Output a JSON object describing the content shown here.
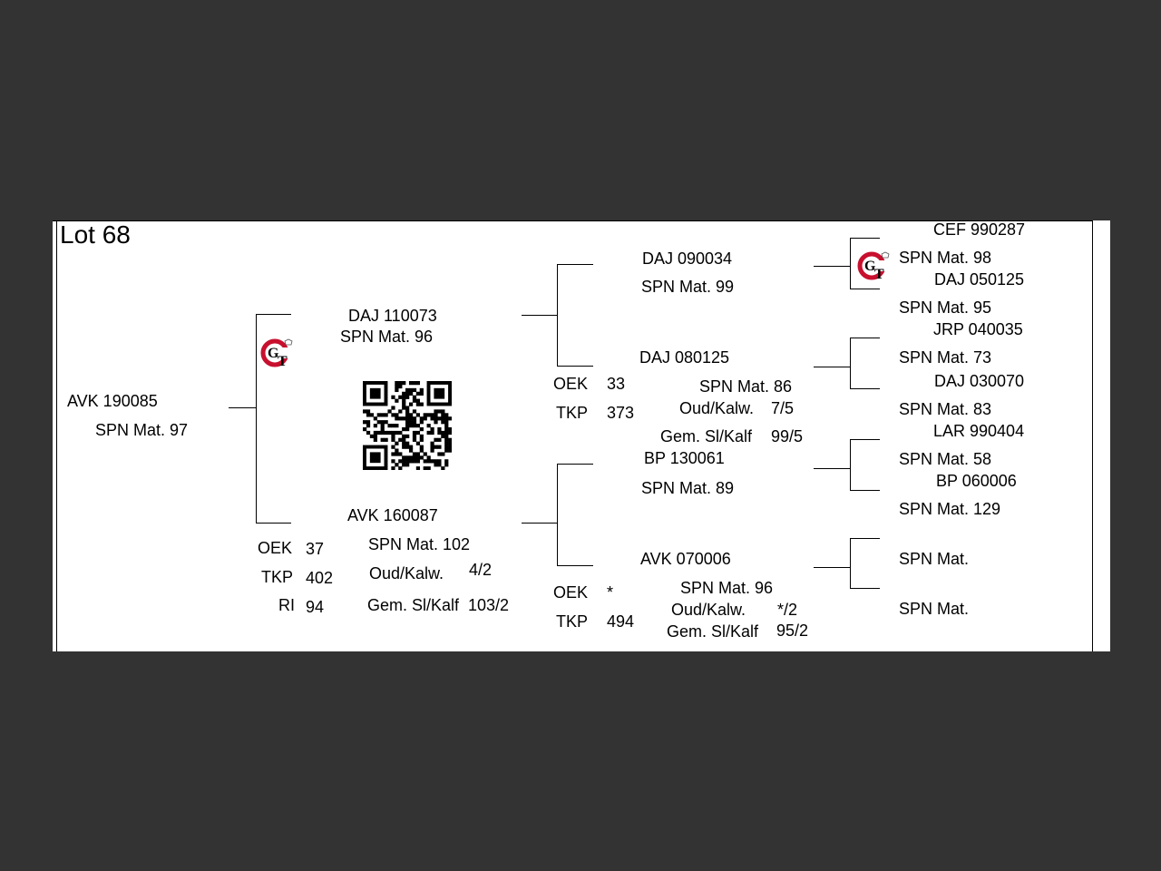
{
  "lot": "Lot 68",
  "animal": {
    "id": "AVK 190085",
    "spn": "SPN Mat. 97"
  },
  "sire": {
    "id": "DAJ 110073",
    "spn": "SPN Mat. 96",
    "sire": {
      "id": "DAJ 090034",
      "spn": "SPN Mat. 99",
      "sire": {
        "id": "CEF 990287",
        "spn": "SPN Mat. 98"
      },
      "dam": {
        "id": "DAJ 050125",
        "spn": "SPN Mat. 95"
      }
    },
    "dam": {
      "id": "DAJ 080125",
      "spn": "SPN Mat. 86",
      "oud_kalw_label": "Oud/Kalw.",
      "oud_kalw_value": "7/5",
      "gem_label": "Gem. Sl/Kalf",
      "gem_value": "99/5",
      "oek_label": "OEK",
      "oek_value": "33",
      "tkp_label": "TKP",
      "tkp_value": "373",
      "sire": {
        "id": "JRP 040035",
        "spn": "SPN Mat. 73"
      },
      "dam": {
        "id": "DAJ 030070",
        "spn": "SPN Mat. 83"
      }
    }
  },
  "dam": {
    "id": "AVK 160087",
    "spn": "SPN Mat. 102",
    "oud_kalw_label": "Oud/Kalw.",
    "oud_kalw_value": "4/2",
    "gem_label": "Gem. Sl/Kalf",
    "gem_value": "103/2",
    "oek_label": "OEK",
    "oek_value": "37",
    "tkp_label": "TKP",
    "tkp_value": "402",
    "ri_label": "RI",
    "ri_value": "94",
    "sire": {
      "id": "BP  130061",
      "spn": "SPN Mat. 89",
      "sire": {
        "id": "LAR 990404",
        "spn": "SPN Mat. 58"
      },
      "dam": {
        "id": "BP  060006",
        "spn": "SPN Mat. 129"
      }
    },
    "dam": {
      "id": "AVK 070006",
      "spn": "SPN Mat. 96",
      "oud_kalw_label": "Oud/Kalw.",
      "oud_kalw_value": "*/2",
      "gem_label": "Gem. Sl/Kalf",
      "gem_value": "95/2",
      "oek_label": "OEK",
      "oek_value": "*",
      "tkp_label": "TKP",
      "tkp_value": "494",
      "sire": {
        "id": "",
        "spn": "SPN Mat."
      },
      "dam": {
        "id": "",
        "spn": "SPN Mat."
      }
    }
  },
  "logo_text": "GT",
  "logo_color": "#c8102e"
}
